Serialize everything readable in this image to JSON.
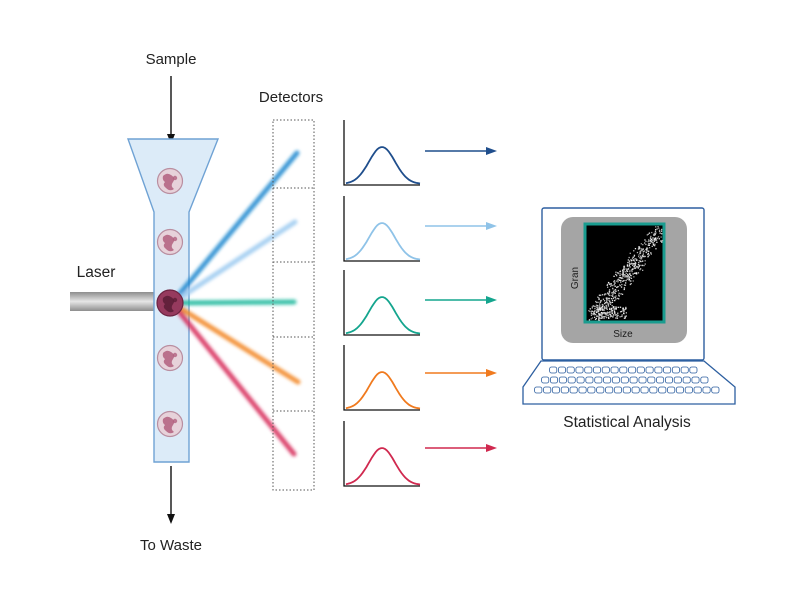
{
  "labels": {
    "sample": "Sample",
    "detectors": "Detectors",
    "laser": "Laser",
    "to_waste": "To Waste",
    "statistical_analysis": "Statistical Analysis",
    "plot_y_axis": "Gran",
    "plot_x_axis": "Size"
  },
  "colors": {
    "channel_1": "#1f4e8c",
    "channel_2": "#8fc3e8",
    "channel_3": "#14a58e",
    "channel_4": "#f07a1e",
    "channel_5": "#d0294f",
    "beam_1": "#1a86cf",
    "beam_2": "#9ccaf0",
    "beam_3": "#19b89c",
    "beam_4": "#f3841f",
    "beam_5": "#d62756",
    "flow_tube_fill": "#dcebf8",
    "flow_tube_stroke": "#6fa2d4",
    "laser_beam": "#b9b9b9",
    "monitor_stroke": "#2d5fa0",
    "screen_frame": "#a5a5a5",
    "plot_border": "#1a9c8f",
    "cell_fill": "#e7d2da",
    "cell_nucleus": "#b1607e",
    "hit_cell_fill": "#963a5e",
    "hit_cell_nucleus": "#5b1d36"
  },
  "icons": {
    "cells": "cell-icon",
    "computer": "computer-icon",
    "detectors": "detector-box-icon",
    "histograms": "histogram-curve-icon",
    "arrows": "arrow-icon"
  }
}
